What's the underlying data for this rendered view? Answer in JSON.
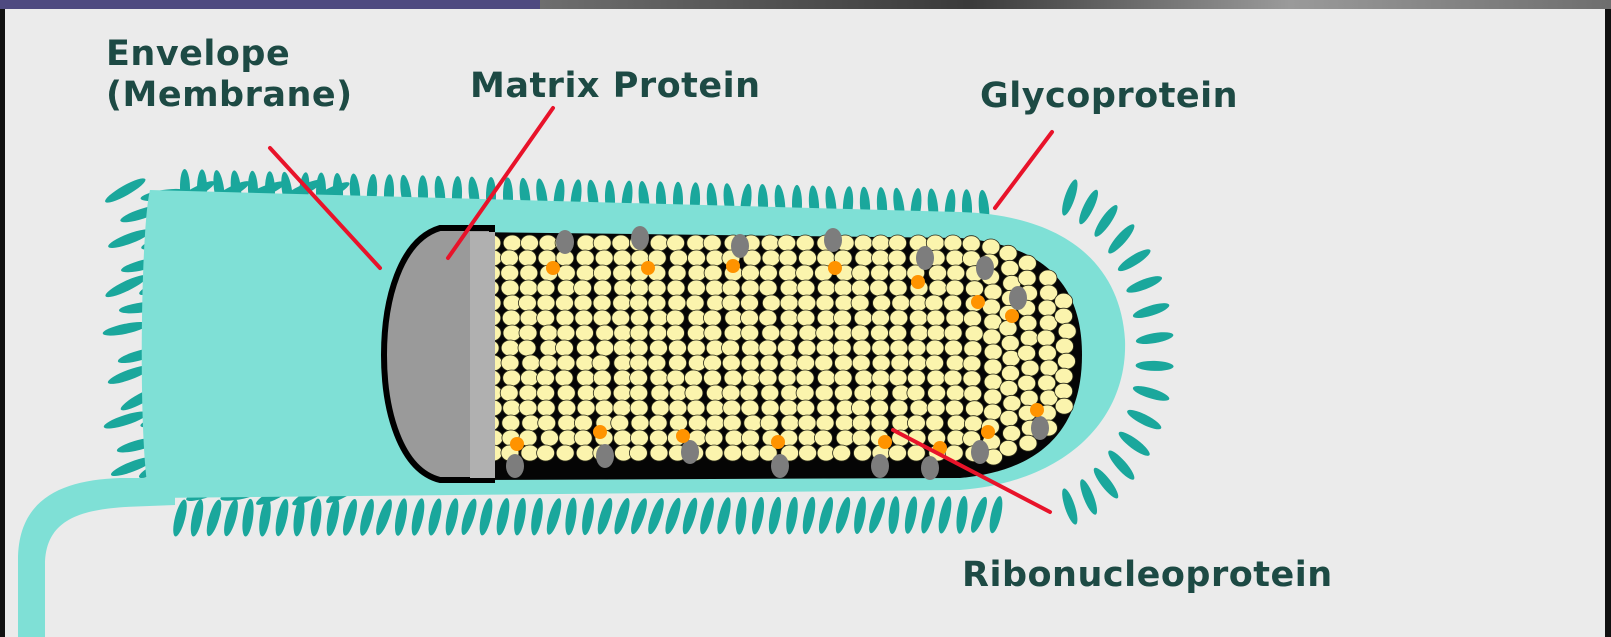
{
  "labels": {
    "envelope_line1": "Envelope",
    "envelope_line2": "(Membrane)",
    "matrix_protein": "Matrix Protein",
    "glycoprotein": "Glycoprotein",
    "ribonucleoprotein": "Ribonucleoprotein"
  },
  "colors": {
    "background": "#ebebeb",
    "frame": "#111111",
    "top_bar_left": "#4e4a80",
    "top_bar_right": "#6e6e6e",
    "label_text": "#1d4a44",
    "membrane": "#7fe0d6",
    "glycoprotein_spikes": "#1aa79c",
    "matrix_protein": "#9a9a9a",
    "matrix_outline": "#000000",
    "rnp_beads": "#fbf4ad",
    "rnp_core": "#050505",
    "rnp_gray_nodes": "#7d7d7d",
    "rnp_orange_nodes": "#ff9300",
    "pointer_lines": "#e8132a"
  }
}
